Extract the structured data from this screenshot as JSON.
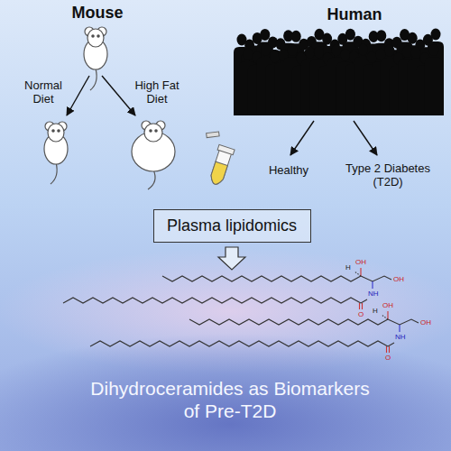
{
  "diagram": {
    "caption": "Dihydroceramides as Biomarkers of Pre-T2D",
    "nodes": [
      {
        "text": [
          "Plasma lipidomics"
        ]
      }
    ],
    "labels": [
      "Mouse",
      "Human",
      "Normal Diet",
      "High Fat Diet",
      "Healthy",
      "Type 2 Diabetes (T2D)",
      "H",
      "OH",
      "OH",
      "NH",
      "O",
      "H",
      "OH",
      "OH",
      "NH",
      "O"
    ]
  }
}
